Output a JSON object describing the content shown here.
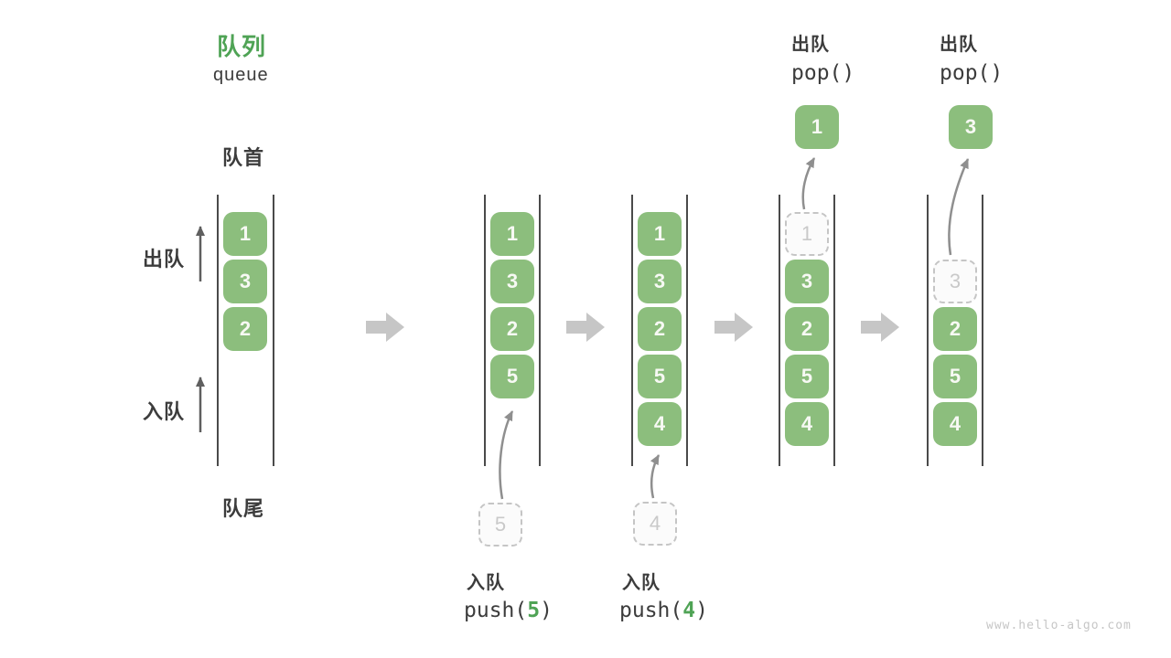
{
  "title": {
    "zh": "队列",
    "en": "queue"
  },
  "labels": {
    "front": "队首",
    "rear": "队尾",
    "dequeue_side": "出队",
    "enqueue_side": "入队"
  },
  "columns": [
    {
      "name": "initial",
      "cells": [
        {
          "value": "1"
        },
        {
          "value": "3"
        },
        {
          "value": "2"
        }
      ]
    },
    {
      "name": "after-push-5",
      "cells": [
        {
          "value": "1"
        },
        {
          "value": "3"
        },
        {
          "value": "2"
        },
        {
          "value": "5"
        }
      ]
    },
    {
      "name": "after-push-4",
      "cells": [
        {
          "value": "1"
        },
        {
          "value": "3"
        },
        {
          "value": "2"
        },
        {
          "value": "5"
        },
        {
          "value": "4"
        }
      ]
    },
    {
      "name": "after-pop-1",
      "ghost": {
        "value": "1"
      },
      "popped": {
        "value": "1"
      },
      "cells": [
        {
          "value": "3"
        },
        {
          "value": "2"
        },
        {
          "value": "5"
        },
        {
          "value": "4"
        }
      ]
    },
    {
      "name": "after-pop-3",
      "ghost": {
        "value": "3"
      },
      "popped": {
        "value": "3"
      },
      "cells": [
        {
          "value": "2"
        },
        {
          "value": "5"
        },
        {
          "value": "4"
        }
      ]
    }
  ],
  "operations": {
    "push_5": {
      "label": "入队",
      "code_prefix": "push(",
      "arg": "5",
      "code_suffix": ")"
    },
    "push_4": {
      "label": "入队",
      "code_prefix": "push(",
      "arg": "4",
      "code_suffix": ")"
    },
    "pop_1": {
      "label": "出队",
      "code": "pop()"
    },
    "pop_3": {
      "label": "出队",
      "code": "pop()"
    }
  },
  "watermark": "www.hello-algo.com",
  "colors": {
    "box_green": "#8CBE7D",
    "accent_green": "#4FA355",
    "text_dark": "#3C3C3C",
    "ghost_gray": "#C9C9C9",
    "curve_arrow_gray": "#8F8F8F",
    "block_arrow_gray": "#C6C6C6"
  }
}
